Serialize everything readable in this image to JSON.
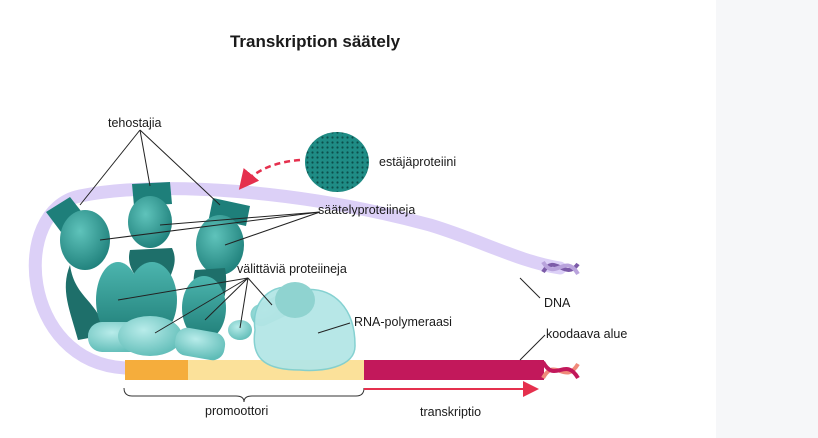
{
  "title": "Transkription säätely",
  "labels": {
    "enhancers": "tehostajia",
    "repressor": "estäjäproteiini",
    "regulatory": "säätelyproteiineja",
    "mediator": "välittäviä proteiineja",
    "polymerase": "RNA-polymeraasi",
    "dna": "DNA",
    "coding": "koodaava alue",
    "promoter": "promoottori",
    "transcription": "transkriptio"
  },
  "colors": {
    "dna_strand": "#dcd0f7",
    "teal_dark": "#1e7f7a",
    "teal": "#3aa39c",
    "teal_light": "#8fd3d0",
    "polymerase": "#b4e6e6",
    "promoter_orange": "#f5ad3c",
    "promoter_yellow": "#fbe19a",
    "coding_region": "#c2185b",
    "arrow_red": "#e5304e",
    "helix_purple": "#7c5ba8",
    "helix_salmon": "#f08a7a",
    "side_panel": "#f6f7f9"
  }
}
